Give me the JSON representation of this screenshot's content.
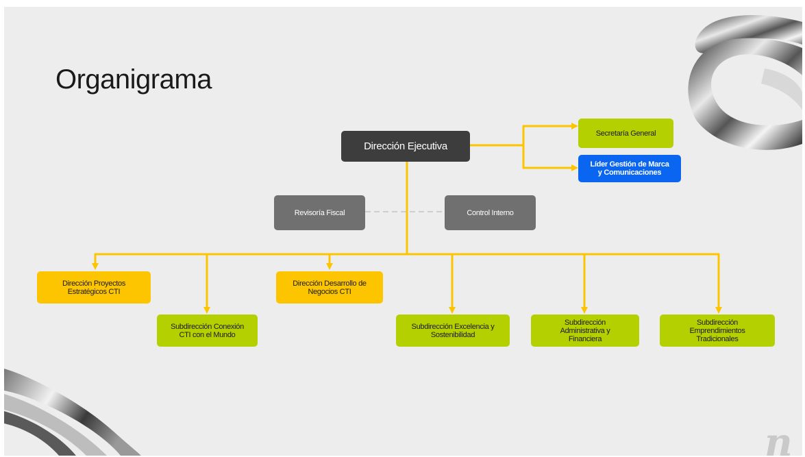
{
  "slide": {
    "title": "Organigrama",
    "logo_text": "n"
  },
  "nodes": {
    "direccion_ejecutiva": "Dirección Ejecutiva",
    "secretaria_general": "Secretaría General",
    "lider_marca": "Líder Gestión de Marca\ny Comunicaciones",
    "revisoria_fiscal": "Revisoría Fiscal",
    "control_interno": "Control Interno",
    "dir_proyectos": "Dirección Proyectos\nEstratégicos CTI",
    "dir_negocios": "Dirección Desarrollo de\nNegocios CTI",
    "sub_conexion": "Subdirección Conexión\nCTI con el Mundo",
    "sub_excelencia": "Subdirección Excelencia y\nSostenibilidad",
    "sub_administrativa": "Subdirección\nAdministrativa y\nFinanciera",
    "sub_emprendimientos": "Subdirección\nEmprendimientos\nTradicionales"
  },
  "colors": {
    "background": "#ededed",
    "connector": "#fcc500",
    "dark_box": "#3d3d3d",
    "gray_box": "#707070",
    "green_box": "#b5d000",
    "yellow_box": "#fcc500",
    "blue_box": "#0a66f0"
  }
}
